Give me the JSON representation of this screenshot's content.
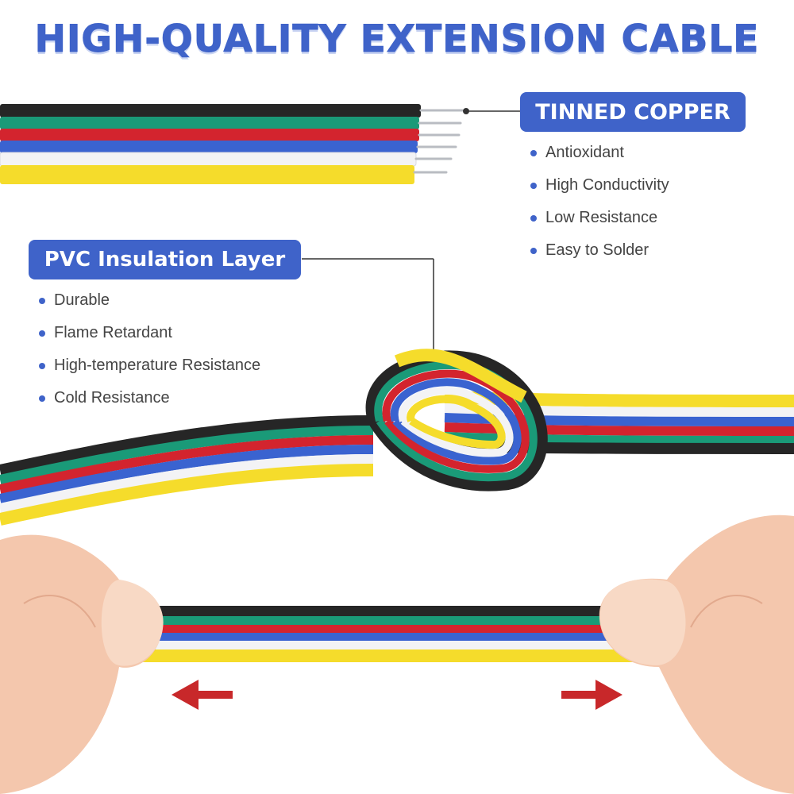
{
  "title": "HIGH-QUALITY EXTENSION CABLE",
  "labels": {
    "tinned_copper": {
      "heading": "TINNED COPPER",
      "items": [
        "Antioxidant",
        "High Conductivity",
        "Low Resistance",
        "Easy to Solder"
      ]
    },
    "pvc_insulation": {
      "heading": "PVC Insulation Layer",
      "items": [
        "Durable",
        "Flame Retardant",
        "High-temperature Resistance",
        "Cold Resistance"
      ]
    }
  },
  "colors": {
    "accent_blue": "#3f63c9",
    "arrow_red": "#c8282a",
    "wire_black": "#262626",
    "wire_green": "#1a9a78",
    "wire_red": "#d3242e",
    "wire_blue": "#3a63d0",
    "wire_white": "#f3f3f5",
    "wire_yellow": "#f5dc2b"
  },
  "icons": [
    "bullet-dot-icon",
    "left-arrow-icon",
    "right-arrow-icon"
  ]
}
